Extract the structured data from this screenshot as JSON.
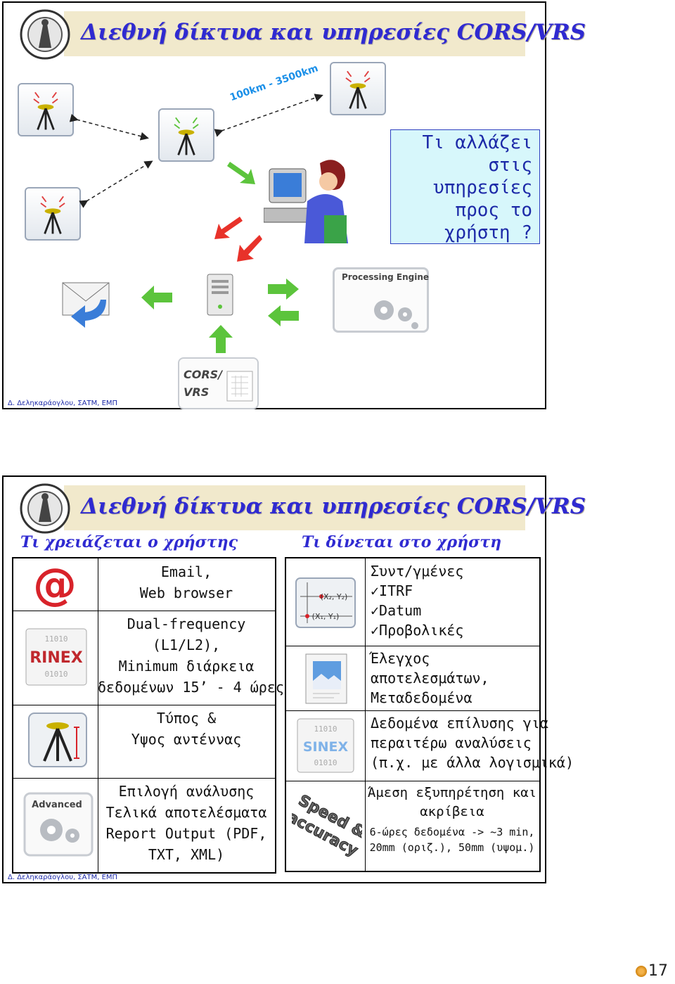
{
  "slide1": {
    "title": "Διεθνή δίκτυα και υπηρεσίες CORS/VRS",
    "distance_label": "100km - 3500km",
    "question_lines": [
      "Τι αλλάζει",
      "στις",
      "υπηρεσίες",
      "προς το",
      "χρήστη ?"
    ],
    "processing_engine_label": "Processing Engine",
    "cors_label_lines": [
      "CORS/",
      "VRS"
    ],
    "footer": "Δ. Δεληκαράογλου, ΣΑΤΜ, ΕΜΠ"
  },
  "slide2": {
    "title": "Διεθνή δίκτυα και υπηρεσίες CORS/VRS",
    "left_heading": "Τι χρειάζεται ο χρήστης",
    "right_heading": "Τι δίνεται στο χρήστη",
    "left_rows": [
      {
        "icon": "at-sign-icon",
        "lines": [
          "Email,",
          "Web browser"
        ]
      },
      {
        "icon": "rinex-file-icon",
        "icon_text": "RINEX",
        "lines": [
          "Dual-frequency",
          "(L1/L2),",
          "Minimum διάρκεια",
          "δεδομένων 15’ - 4 ώρες"
        ]
      },
      {
        "icon": "gps-antenna-icon",
        "lines": [
          "Τύπος &",
          "Υψος αντέννας"
        ]
      },
      {
        "icon": "advanced-settings-icon",
        "icon_text": "Advanced",
        "lines": [
          "Επιλογή ανάλυσης",
          "Τελικά αποτελέσματα",
          "Report Output (PDF,",
          "TXT, XML)"
        ]
      }
    ],
    "right_rows": [
      {
        "icon": "coordinates-icon",
        "icon_text_1": "(X₂, Y₂)",
        "icon_text_2": "(X₁, Y₁)",
        "lines": [
          "Συντ/γμένες",
          "✓ITRF",
          "✓Datum",
          "✓Προβολικές"
        ]
      },
      {
        "icon": "report-document-icon",
        "lines": [
          "Έλεγχος",
          "αποτελεσμάτων,",
          "Μεταδεδομένα"
        ]
      },
      {
        "icon": "sinex-file-icon",
        "icon_text": "SINEX",
        "lines": [
          "Δεδομένα επίλυσης για",
          "περαιτέρω αναλύσεις",
          "(π.χ. με άλλα λογισμικά)"
        ]
      },
      {
        "icon": "speed-accuracy-icon",
        "icon_text_1": "Speed &",
        "icon_text_2": "accuracy",
        "lines": [
          "Άμεση εξυπηρέτηση και",
          "ακρίβεια"
        ],
        "small_lines": [
          "6-ώρες δεδομένα -> ~3 min,",
          "20mm (οριζ.), 50mm (υψομ.)"
        ]
      }
    ],
    "footer": "Δ. Δεληκαράογλου, ΣΑΤΜ, ΕΜΠ"
  },
  "page_number": "17",
  "colors": {
    "title": "#2f2ad1",
    "title_band": "#f1e9cc",
    "info_box": "#d7f7fb",
    "info_text": "#1d2aa8",
    "arrow_green": "#5cc43c",
    "arrow_red": "#e8322a"
  }
}
